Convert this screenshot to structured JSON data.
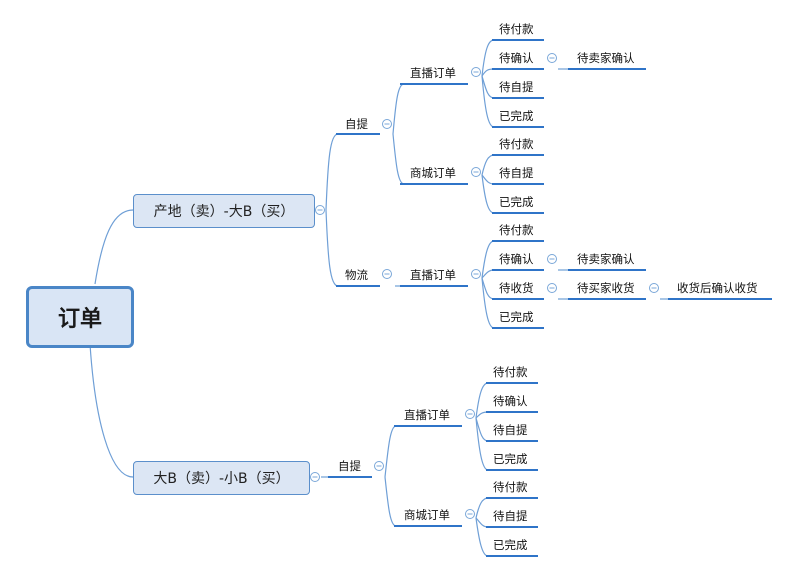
{
  "root": {
    "label": "订单"
  },
  "branches": [
    {
      "label": "产地（卖）-大B（买）",
      "children": [
        {
          "label": "自提",
          "children": [
            {
              "label": "直播订单",
              "children": [
                {
                  "label": "待付款"
                },
                {
                  "label": "待确认",
                  "children": [
                    {
                      "label": "待卖家确认"
                    }
                  ]
                },
                {
                  "label": "待自提"
                },
                {
                  "label": "已完成"
                }
              ]
            },
            {
              "label": "商城订单",
              "children": [
                {
                  "label": "待付款"
                },
                {
                  "label": "待自提"
                },
                {
                  "label": "已完成"
                }
              ]
            }
          ]
        },
        {
          "label": "物流",
          "children": [
            {
              "label": "直播订单",
              "children": [
                {
                  "label": "待付款"
                },
                {
                  "label": "待确认",
                  "children": [
                    {
                      "label": "待卖家确认"
                    }
                  ]
                },
                {
                  "label": "待收货",
                  "children": [
                    {
                      "label": "待买家收货",
                      "children": [
                        {
                          "label": "收货后确认收货"
                        }
                      ]
                    }
                  ]
                },
                {
                  "label": "已完成"
                }
              ]
            }
          ]
        }
      ]
    },
    {
      "label": "大B（卖）-小B（买）",
      "children": [
        {
          "label": "自提",
          "children": [
            {
              "label": "直播订单",
              "children": [
                {
                  "label": "待付款"
                },
                {
                  "label": "待确认"
                },
                {
                  "label": "待自提"
                },
                {
                  "label": "已完成"
                }
              ]
            },
            {
              "label": "商城订单",
              "children": [
                {
                  "label": "待付款"
                },
                {
                  "label": "待自提"
                },
                {
                  "label": "已完成"
                }
              ]
            }
          ]
        }
      ]
    }
  ]
}
